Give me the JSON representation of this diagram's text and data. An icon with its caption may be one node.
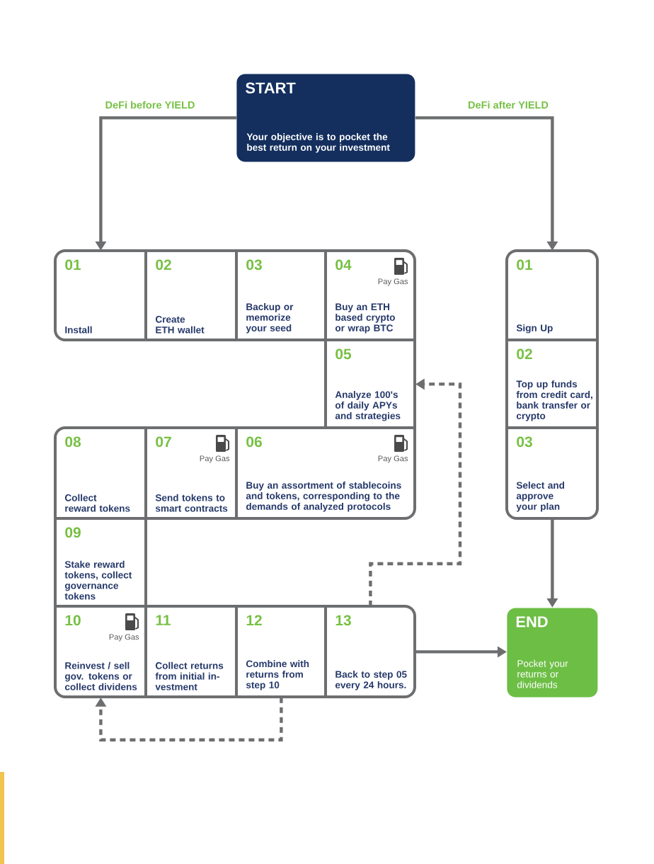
{
  "diagram": {
    "nodes": [
      {
        "text": [
          "START",
          "Your objective is to pocket the best return on your investment"
        ]
      },
      {
        "text": [
          "01",
          "Install"
        ]
      },
      {
        "text": [
          "02",
          "Create ETH wallet"
        ]
      },
      {
        "text": [
          "03",
          "Backup or memorize your seed"
        ]
      },
      {
        "text": [
          "04",
          "Pay Gas",
          "Buy an ETH based crypto or wrap BTC"
        ]
      },
      {
        "text": [
          "05",
          "Analyze 100's of daily APYs and strategies"
        ]
      },
      {
        "text": [
          "06",
          "Pay Gas",
          "Buy an assortment of stablecoins and tokens, corresponding to the demands of analyzed protocols"
        ]
      },
      {
        "text": [
          "07",
          "Pay Gas",
          "Send tokens to smart contracts"
        ]
      },
      {
        "text": [
          "08",
          "Collect reward tokens"
        ]
      },
      {
        "text": [
          "09",
          "Stake reward tokens, collect governance tokens"
        ]
      },
      {
        "text": [
          "10",
          "Pay Gas",
          "Reinvest / sell gov. tokens or collect dividens"
        ]
      },
      {
        "text": [
          "11",
          "Collect returns from initial in-vestment"
        ]
      },
      {
        "text": [
          "12",
          "Combine with returns from step 10"
        ]
      },
      {
        "text": [
          "13",
          "Back to step 05 every 24 hours."
        ]
      },
      {
        "text": [
          "01",
          "Sign Up"
        ]
      },
      {
        "text": [
          "02",
          "Top up funds from credit card, bank transfer or crypto"
        ]
      },
      {
        "text": [
          "03",
          "Select and approve your plan"
        ]
      },
      {
        "text": [
          "END",
          "Pocket your returns or dividends"
        ]
      }
    ],
    "edges": [
      {
        "from": 0,
        "to": 1,
        "arrow": "to",
        "label": "DeFi before YIELD"
      },
      {
        "from": 0,
        "to": 14,
        "arrow": "to",
        "label": "DeFi after YIELD"
      },
      {
        "from": 16,
        "to": 17,
        "arrow": "to"
      },
      {
        "from": 13,
        "to": 17,
        "arrow": "to"
      },
      {
        "from": 13,
        "to": 5,
        "arrow": "to",
        "style": "dashed"
      },
      {
        "from": 12,
        "to": 10,
        "arrow": "to",
        "style": "dashed"
      }
    ]
  }
}
